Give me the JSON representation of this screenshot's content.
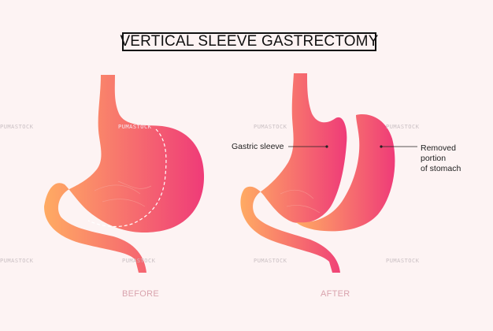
{
  "title": "VERTICAL SLEEVE GASTRECTOMY",
  "labels": {
    "sleeve": "Gastric sleeve",
    "removed_line1": "Removed",
    "removed_line2": "portion",
    "removed_line3": "of stomach"
  },
  "captions": {
    "before": "BEFORE",
    "after": "AFTER"
  },
  "watermark": "PUMASTOCK",
  "colors": {
    "gradient_start": "#ffab63",
    "gradient_end": "#ef3b78",
    "background": "#fdf3f3"
  }
}
